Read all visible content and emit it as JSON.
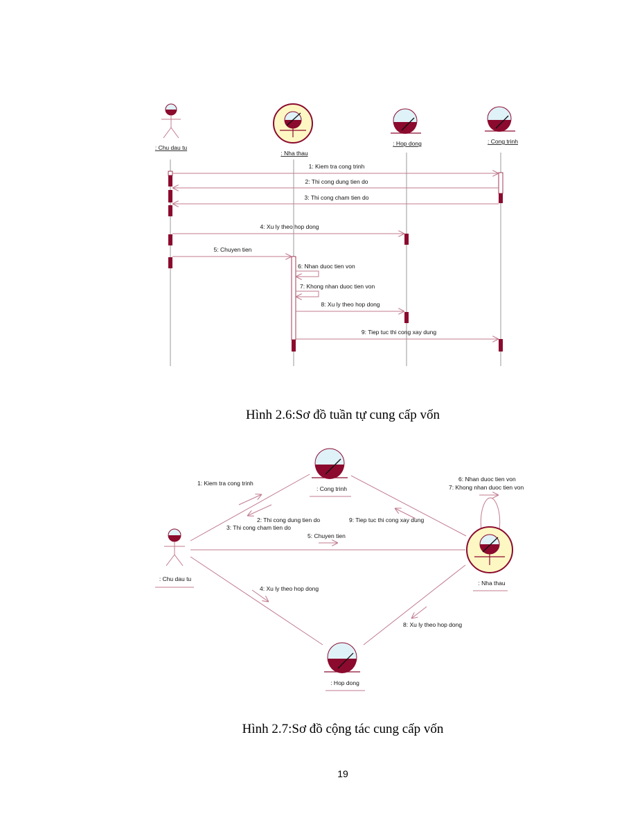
{
  "sequence_diagram": {
    "participants": [
      {
        "id": "chu",
        "kind": "actor",
        "label": ": Chu dau tu"
      },
      {
        "id": "nha",
        "kind": "control",
        "label": ": Nha thau"
      },
      {
        "id": "hop",
        "kind": "entity",
        "label": ": Hop dong"
      },
      {
        "id": "cong",
        "kind": "entity",
        "label": ": Cong trinh"
      }
    ],
    "messages": [
      {
        "label": "1: Kiem tra cong trinh",
        "from": "chu",
        "to": "cong"
      },
      {
        "label": "2: Thi cong dung tien do",
        "from": "cong",
        "to": "chu"
      },
      {
        "label": "3: Thi cong cham tien do",
        "from": "cong",
        "to": "chu"
      },
      {
        "label": "4: Xu ly theo hop dong",
        "from": "chu",
        "to": "hop"
      },
      {
        "label": "5: Chuyen tien",
        "from": "chu",
        "to": "nha"
      },
      {
        "label": "6: Nhan duoc tien von",
        "from": "nha",
        "to": "nha"
      },
      {
        "label": "7: Khong nhan duoc tien von",
        "from": "nha",
        "to": "nha"
      },
      {
        "label": "8: Xu ly theo hop dong",
        "from": "nha",
        "to": "hop"
      },
      {
        "label": "9: Tiep tuc thi cong xay dung",
        "from": "nha",
        "to": "cong"
      }
    ],
    "caption": "Hình 2.6:Sơ đồ tuần tự cung cấp vốn"
  },
  "collaboration_diagram": {
    "objects": [
      {
        "id": "cong",
        "kind": "entity",
        "label": ": Cong trinh"
      },
      {
        "id": "chu",
        "kind": "actor",
        "label": ": Chu dau tu"
      },
      {
        "id": "nha",
        "kind": "control",
        "label": ": Nha thau"
      },
      {
        "id": "hop",
        "kind": "entity",
        "label": ": Hop dong"
      }
    ],
    "messages": [
      {
        "label": "1: Kiem tra cong trinh"
      },
      {
        "label": "2: Thi cong dung tien do"
      },
      {
        "label": "3: Thi cong cham tien do"
      },
      {
        "label": "4: Xu ly theo hop dong"
      },
      {
        "label": "5: Chuyen tien"
      },
      {
        "label": "6: Nhan duoc tien von"
      },
      {
        "label": "7: Khong nhan duoc tien von"
      },
      {
        "label": "8: Xu ly theo hop dong"
      },
      {
        "label": "9: Tiep tuc thi cong xay dung"
      }
    ],
    "caption": "Hình 2.7:Sơ đồ cộng tác cung cấp vốn"
  },
  "page_number": "19",
  "colors": {
    "line": "#c07a8e",
    "activation": "#8b0a2e",
    "entity_fill": "#dff2f8",
    "entity_base": "#8b0a2e",
    "control_fill": "#fdf7c4",
    "control_stroke": "#8b0a2e"
  }
}
